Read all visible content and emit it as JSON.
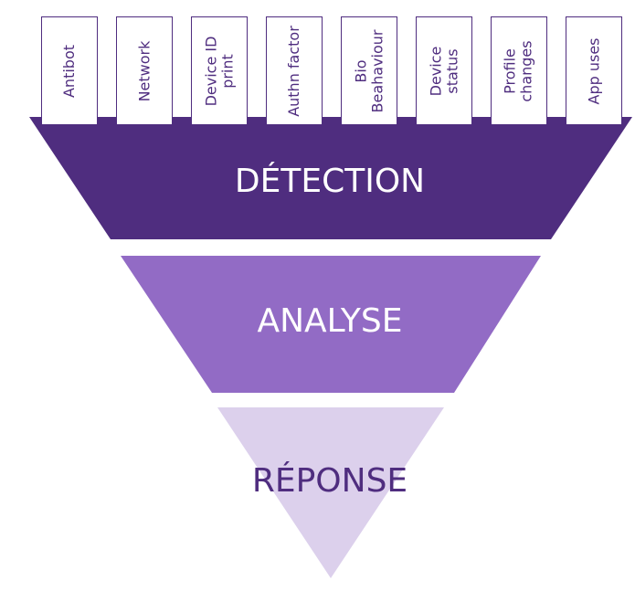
{
  "inputs": [
    {
      "id": "antibot",
      "label": "Antibot"
    },
    {
      "id": "network",
      "label": "Network"
    },
    {
      "id": "device-id-print",
      "label": "Device ID\nprint"
    },
    {
      "id": "authn-factor",
      "label": "Authn factor"
    },
    {
      "id": "bio-behaviour",
      "label": "Bio\nBeahaviour"
    },
    {
      "id": "device-status",
      "label": "Device\nstatus"
    },
    {
      "id": "profile-changes",
      "label": "Profile\nchanges"
    },
    {
      "id": "app-uses",
      "label": "App uses"
    }
  ],
  "stages": [
    {
      "id": "detection",
      "label": "DÉTECTION",
      "fill": "#4f2d7f",
      "text_color": "#ffffff"
    },
    {
      "id": "analyse",
      "label": "ANALYSE",
      "fill": "#926bc5",
      "text_color": "#ffffff"
    },
    {
      "id": "reponse",
      "label": "RÉPONSE",
      "fill": "#dcd0ec",
      "text_color": "#4f2d7f"
    }
  ],
  "colors": {
    "accent": "#4f2d7f",
    "card_background": "#ffffff"
  }
}
